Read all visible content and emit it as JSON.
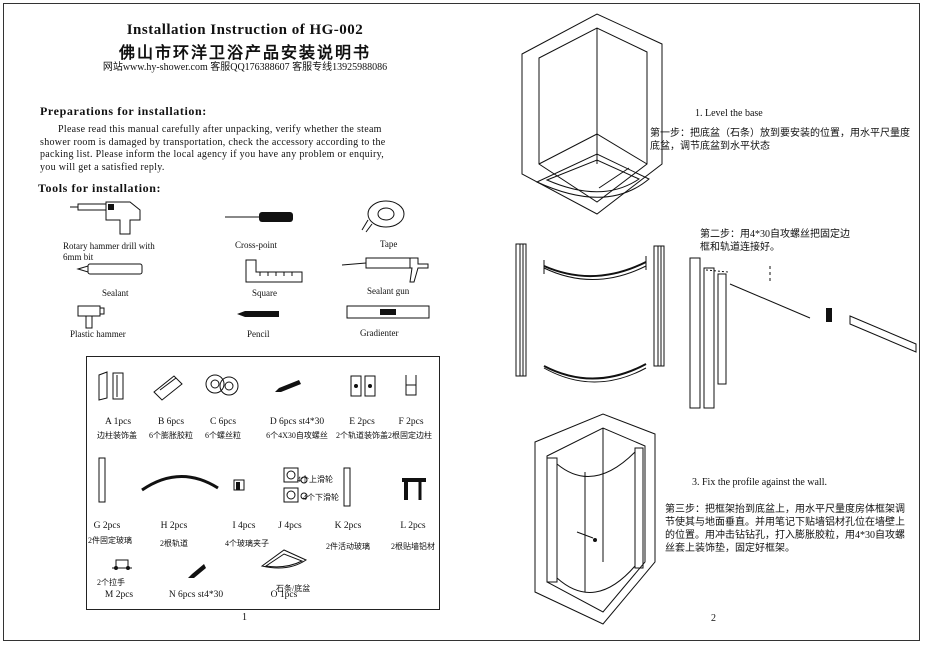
{
  "header": {
    "title": "Installation Instruction of HG-002",
    "title_cn": "佛山市环洋卫浴产品安装说明书",
    "contact": "网站www.hy-shower.com 客服QQ176388607 客服专线13925988086"
  },
  "preparations": {
    "heading": "Preparations for installation:",
    "lines": [
      "Please read this manual carefully after unpacking, verify whether the steam",
      "shower room is damaged by transportation, check the accessory according to the",
      "packing list. Please inform the local agency if you have any problem or enquiry,",
      "you will get a satisfied reply."
    ]
  },
  "tools": {
    "heading": "Tools for installation:",
    "items": [
      {
        "label": "Rotary hammer drill with",
        "label2": "6mm bit",
        "icon": "drill-icon"
      },
      {
        "label": "Cross-point",
        "icon": "screwdriver-icon"
      },
      {
        "label": "Tape",
        "icon": "tape-icon"
      },
      {
        "label": "Sealant",
        "icon": "sealant-icon"
      },
      {
        "label": "Square",
        "icon": "square-icon"
      },
      {
        "label": "Sealant gun",
        "icon": "sealant-gun-icon"
      },
      {
        "label": "Plastic hammer",
        "icon": "hammer-icon"
      },
      {
        "label": "Pencil",
        "icon": "pencil-icon"
      },
      {
        "label": "Gradienter",
        "icon": "level-icon"
      }
    ]
  },
  "parts": [
    {
      "label": "A 1pcs",
      "cn": "边柱装饰盖"
    },
    {
      "label": "B 6pcs",
      "cn": "6个膨胀胶粒"
    },
    {
      "label": "C 6pcs",
      "cn": "6个螺丝粒"
    },
    {
      "label": "D 6pcs st4*30",
      "cn": "6个4X30自攻螺丝"
    },
    {
      "label": "E 2pcs",
      "cn": "2个轨道装饰盖"
    },
    {
      "label": "F 2pcs",
      "cn": "2根固定边柱"
    },
    {
      "label": "G 2pcs",
      "cn": "2件固定玻璃"
    },
    {
      "label": "H 2pcs",
      "cn": "2根轨道"
    },
    {
      "label": "I 4pcs",
      "cn": "4个玻璃夹子"
    },
    {
      "label": "J 4pcs",
      "cn": "",
      "note1": "4个上滑轮",
      "note2": "4个下滑轮"
    },
    {
      "label": "K 2pcs",
      "cn": "2件活动玻璃"
    },
    {
      "label": "L 2pcs",
      "cn": "2根贴墙铝材"
    },
    {
      "label": "M 2pcs",
      "cn": "2个拉手"
    },
    {
      "label": "N 6pcs st4*30",
      "cn": ""
    },
    {
      "label": "O 1pcs",
      "cn": "石条/底盆"
    }
  ],
  "steps": {
    "step1_en": "1. Level the base",
    "step1_cn": "第一步：把底盆（石条）放到要安装的位置，用水平尺量度底盆，调节底盆到水平状态",
    "step2_cn": "第二步：用4*30自攻螺丝把固定边框和轨道连接好。",
    "step3_en": "3. Fix the profile against the wall.",
    "step3_cn": "第三步：把框架抬到底盆上，用水平尺量度房体框架调节使其与地面垂直。并用笔记下贴墙铝材孔位在墙壁上的位置。用冲击钻钻孔，打入膨胀胶粒，用4*30自攻螺丝套上装饰垫，固定好框架。"
  },
  "pages": {
    "left": "1",
    "right": "2"
  }
}
